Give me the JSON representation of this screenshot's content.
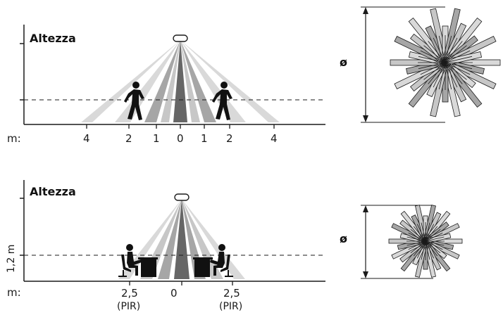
{
  "panel_top": {
    "title": "Altezza",
    "unit_label": "m:",
    "distance_labels": [
      "4",
      "2",
      "1",
      "0",
      "1",
      "2",
      "4"
    ],
    "diameter_label": "ø"
  },
  "panel_bottom": {
    "title": "Altezza",
    "unit_label": "m:",
    "height_label": "1,2 m",
    "distance_labels": [
      "2,5",
      "0",
      "2,5"
    ],
    "distance_sublabels": [
      "(PIR)",
      "(PIR)"
    ],
    "diameter_label": "ø"
  },
  "colors": {
    "beam_light": "#d9d9d9",
    "beam_mid": "#a6a6a6",
    "beam_dark": "#666666",
    "line": "#1a1a1a"
  },
  "icons": [
    "sensor-icon",
    "walking-person-icon",
    "seated-person-icon",
    "desk-icon"
  ]
}
